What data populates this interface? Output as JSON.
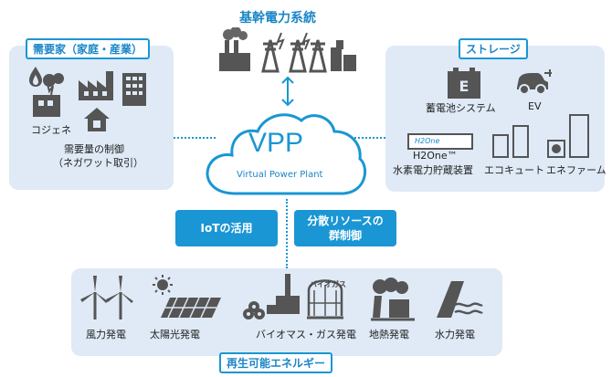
{
  "top": {
    "title": "基幹電力系統"
  },
  "demand": {
    "tag": "需要家（家庭・産業）",
    "cogen": "コジェネ",
    "control_line1": "需要量の制御",
    "control_line2": "（ネガワット取引）"
  },
  "storage": {
    "tag": "ストレージ",
    "battery": "蓄電池システム",
    "ev": "EV",
    "h2one_logo": "H2One",
    "h2one_line1": "H2One™",
    "h2one_line2": "水素電力貯蔵装置",
    "ecocute": "エコキュート",
    "enefarm": "エネファーム"
  },
  "vpp": {
    "title": "VPP",
    "subtitle": "Virtual Power Plant"
  },
  "center_boxes": {
    "iot": "IoTの活用",
    "resource_line1": "分散リソースの",
    "resource_line2": "群制御"
  },
  "renewable": {
    "tag": "再生可能エネルギー",
    "wind": "風力発電",
    "solar": "太陽光発電",
    "biomass": "バイオマス・ガス発電",
    "biogas_tank": "バイオガス",
    "geothermal": "地熱発電",
    "hydro": "水力発電"
  },
  "colors": {
    "accent": "#1a96d4",
    "panel": "#dfeaf6",
    "icon": "#555555"
  }
}
